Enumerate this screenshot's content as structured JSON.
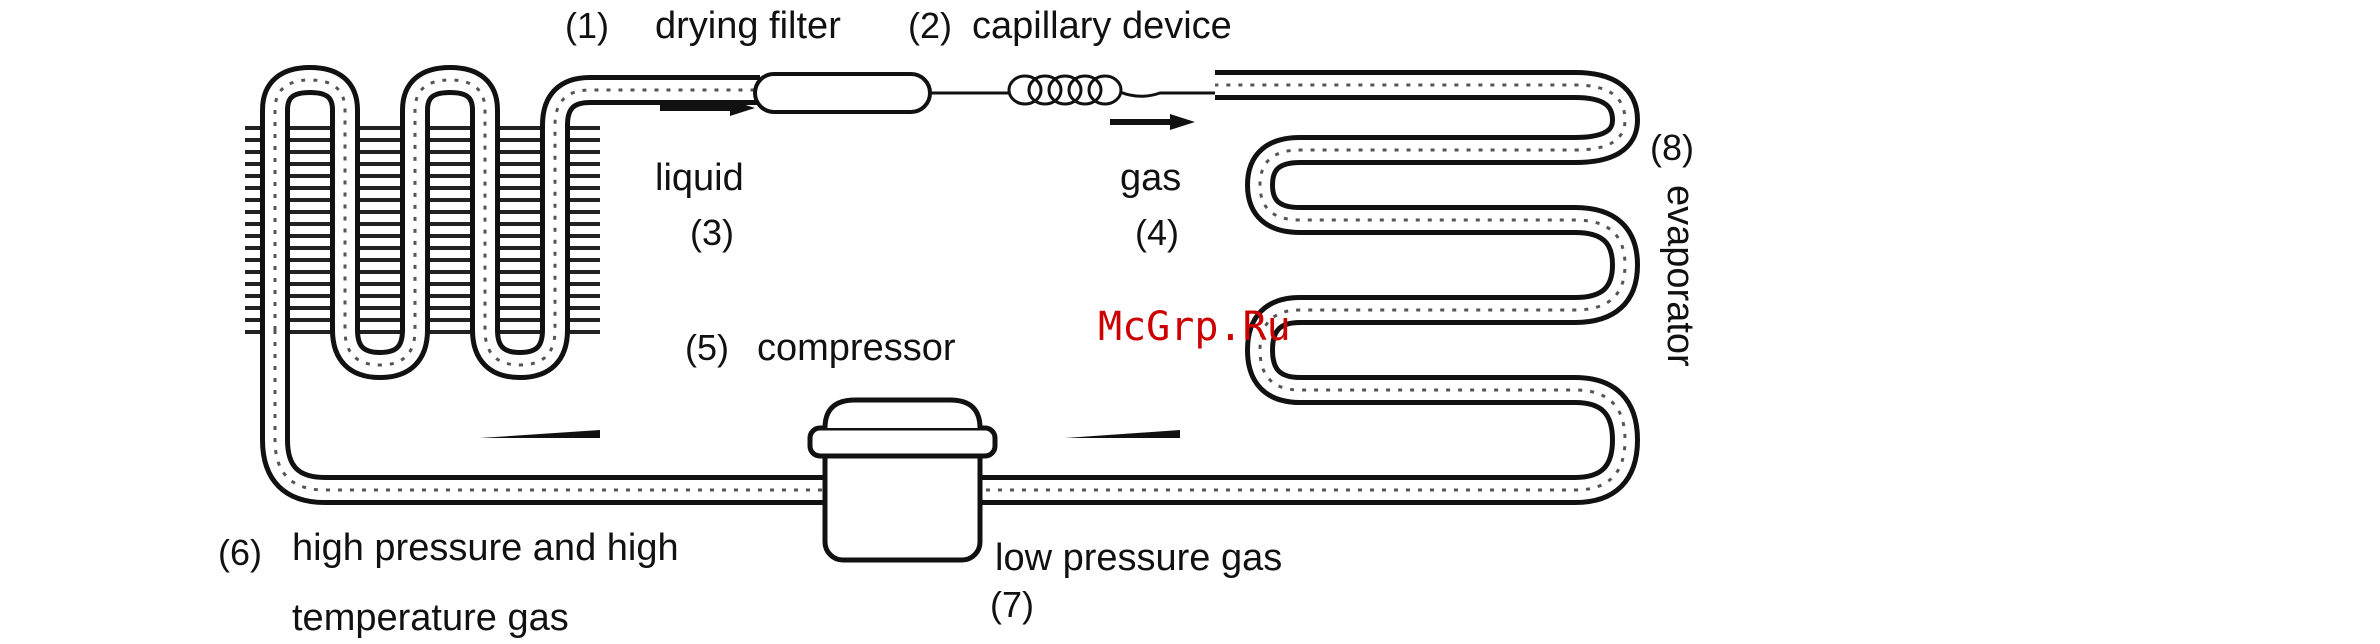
{
  "labels": {
    "n1": "(1)",
    "drying_filter": "drying filter",
    "n2": "(2)",
    "capillary_device": "capillary device",
    "liquid": "liquid",
    "n3": "(3)",
    "gas": "gas",
    "n4": "(4)",
    "n5": "(5)",
    "compressor": "compressor",
    "n6": "(6)",
    "high_pressure_line1": "high pressure and high",
    "high_pressure_line2": "temperature gas",
    "low_pressure_gas": "low pressure gas",
    "n7": "(7)",
    "n8": "(8)",
    "evaporator": "evaporator"
  },
  "watermark": "McGrp.Ru",
  "colors": {
    "line": "#111111",
    "watermark": "#cc0000",
    "background": "#ffffff"
  }
}
